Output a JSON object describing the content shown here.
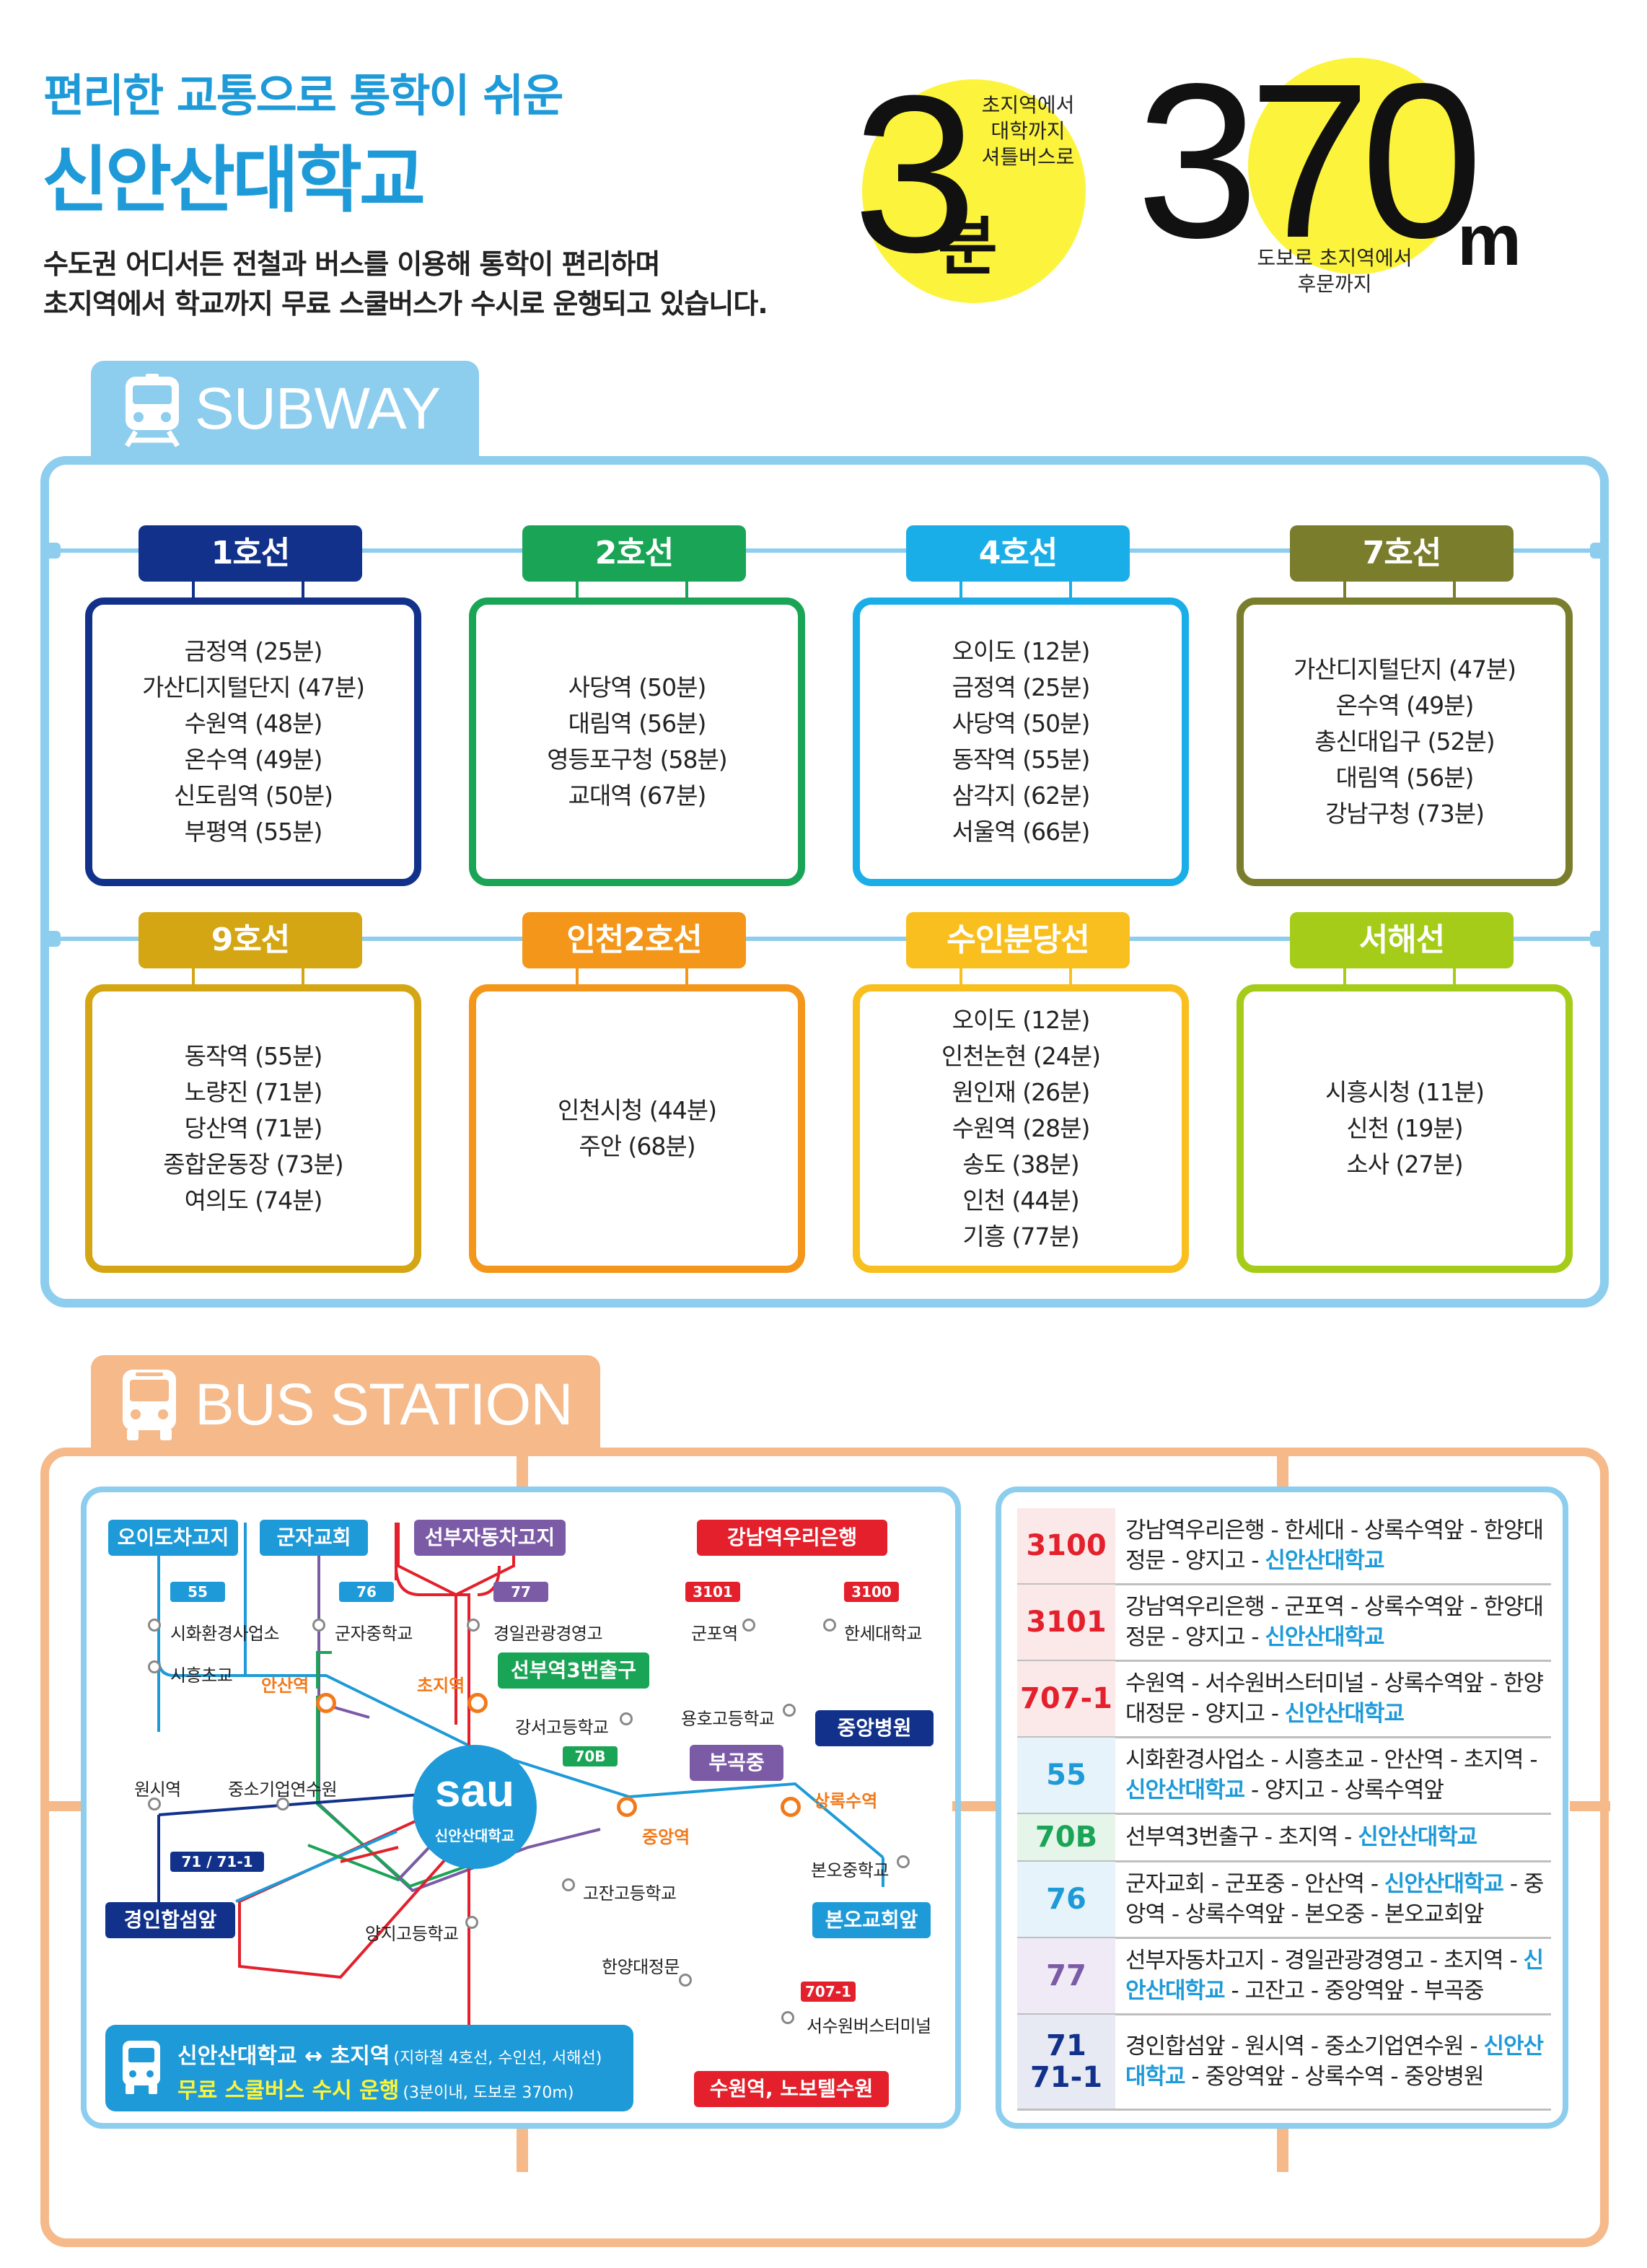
{
  "header": {
    "subtitle": "편리한 교통으로 통학이 쉬운",
    "title": "신안산대학교",
    "desc_line1": "수도권 어디서든 전철과 버스를 이용해 통학이 편리하며",
    "desc_line2": "초지역에서 학교까지 무료 스쿨버스가 수시로 운행되고 있습니다.",
    "stat1": {
      "number": "3",
      "unit": "분",
      "note1": "초지역에서",
      "note2": "대학까지",
      "note3": "셔틀버스로"
    },
    "stat2": {
      "number": "370",
      "unit": "m",
      "note1": "도보로 초지역에서",
      "note2": "후문까지"
    }
  },
  "subway": {
    "heading": "SUBWAY",
    "icon": "subway-train-icon",
    "lines": [
      {
        "name": "1호선",
        "color": "#12318a",
        "stations": [
          "금정역 (25분)",
          "가산디지털단지 (47분)",
          "수원역 (48분)",
          "온수역 (49분)",
          "신도림역 (50분)",
          "부평역 (55분)"
        ]
      },
      {
        "name": "2호선",
        "color": "#1aa455",
        "stations": [
          "사당역 (50분)",
          "대림역 (56분)",
          "영등포구청 (58분)",
          "교대역 (67분)"
        ]
      },
      {
        "name": "4호선",
        "color": "#1aaee8",
        "stations": [
          "오이도 (12분)",
          "금정역 (25분)",
          "사당역 (50분)",
          "동작역 (55분)",
          "삼각지 (62분)",
          "서울역 (66분)"
        ]
      },
      {
        "name": "7호선",
        "color": "#7a7d2c",
        "stations": [
          "가산디지털단지 (47분)",
          "온수역 (49분)",
          "총신대입구 (52분)",
          "대림역 (56분)",
          "강남구청 (73분)"
        ]
      },
      {
        "name": "9호선",
        "color": "#d4a614",
        "stations": [
          "동작역 (55분)",
          "노량진 (71분)",
          "당산역 (71분)",
          "종합운동장 (73분)",
          "여의도 (74분)"
        ]
      },
      {
        "name": "인천2호선",
        "color": "#f39619",
        "stations": [
          "인천시청 (44분)",
          "주안 (68분)"
        ]
      },
      {
        "name": "수인분당선",
        "color": "#f9bf1e",
        "stations": [
          "오이도 (12분)",
          "인천논현 (24분)",
          "원인재 (26분)",
          "수원역 (28분)",
          "송도 (38분)",
          "인천 (44분)",
          "기흥 (77분)"
        ]
      },
      {
        "name": "서해선",
        "color": "#a4cc18",
        "stations": [
          "시흥시청 (11분)",
          "신천 (19분)",
          "소사 (27분)"
        ]
      }
    ]
  },
  "bus": {
    "heading": "BUS STATION",
    "icon": "bus-icon",
    "map": {
      "terminals": {
        "oido": "오이도차고지",
        "gunja": "군자교회",
        "seonbu": "선부자동차고지",
        "gangnam": "강남역우리은행",
        "seonbu3": "선부역3번출구",
        "bugok": "부곡중",
        "jungang_hosp": "중앙병원",
        "gyeongin": "경인합섬앞",
        "bono": "본오교회앞",
        "suwon": "수원역, 노보텔수원"
      },
      "route_tags": {
        "r55": "55",
        "r76": "76",
        "r77": "77",
        "r3101": "3101",
        "r3100": "3100",
        "r70b": "70B",
        "r71": "71 / 71-1",
        "r707": "707-1"
      },
      "stops": {
        "sihwa": "시화환경사업소",
        "siheung": "시흥초교",
        "gunjajung": "군자중학교",
        "gyeongil": "경일관광경영고",
        "gunpo": "군포역",
        "hansei": "한세대학교",
        "gangseo": "강서고등학교",
        "yongho": "용호고등학교",
        "wonsi": "원시역",
        "jungso": "중소기업연수원",
        "gojan": "고잔고등학교",
        "yangji": "양지고등학교",
        "hanyang": "한양대정문",
        "bonojung": "본오중학교",
        "suwonbus": "서수원버스터미널"
      },
      "hubs": {
        "ansan": "안산역",
        "choji": "초지역",
        "jungang": "중앙역",
        "sangnoksu": "상록수역"
      },
      "logo_text": "sau",
      "logo_caption": "신안산대학교",
      "shuttle_line1": "신안산대학교 ↔ 초지역",
      "shuttle_line1_note": "(지하철 4호선, 수인선, 서해선)",
      "shuttle_line2": "무료 스쿨버스 수시 운행",
      "shuttle_line2_note": "(3분이내, 도보로 370m)"
    },
    "routes": [
      {
        "num": "3100",
        "num_color": "#e3202b",
        "bg": "#fbe9ea",
        "pre": "강남역우리은행 - 한세대 - 상록수역앞 - 한양대정문 - 양지고 - ",
        "hl": "신안산대학교",
        "post": ""
      },
      {
        "num": "3101",
        "num_color": "#e3202b",
        "bg": "#fbe9ea",
        "pre": "강남역우리은행 - 군포역 - 상록수역앞 - 한양대정문 - 양지고 - ",
        "hl": "신안산대학교",
        "post": ""
      },
      {
        "num": "707-1",
        "num_color": "#e3202b",
        "bg": "#fbe9ea",
        "pre": "수원역 - 서수원버스터미널 - 상록수역앞 - 한양대정문 - 양지고 - ",
        "hl": "신안산대학교",
        "post": ""
      },
      {
        "num": "55",
        "num_color": "#1e9ad8",
        "bg": "#e6f3fb",
        "pre": "시화환경사업소 - 시흥초교 - 안산역 - 초지역 - ",
        "hl": "신안산대학교",
        "post": " - 양지고 - 상록수역앞"
      },
      {
        "num": "70B",
        "num_color": "#1aa455",
        "bg": "#e6f5ea",
        "pre": "선부역3번출구 - 초지역 - ",
        "hl": "신안산대학교",
        "post": ""
      },
      {
        "num": "76",
        "num_color": "#1e9ad8",
        "bg": "#e6f3fb",
        "pre": "군자교회 - 군포중 - 안산역 - ",
        "hl": "신안산대학교",
        "post": " - 중앙역 - 상록수역앞 - 본오중 - 본오교회앞"
      },
      {
        "num": "77",
        "num_color": "#7b5aa6",
        "bg": "#efeaf5",
        "pre": "선부자동차고지 - 경일관광경영고 - 초지역 - ",
        "hl": "신안산대학교",
        "post": " - 고잔고 - 중앙역앞 - 부곡중"
      },
      {
        "num": "71",
        "num2": "71-1",
        "num_color": "#12318a",
        "bg": "#e7eaf3",
        "pre": "경인합섬앞 - 원시역 - 중소기업연수원 - ",
        "hl": "신안산대학교",
        "post": " - 중앙역앞 - 상록수역 - 중앙병원"
      }
    ]
  }
}
